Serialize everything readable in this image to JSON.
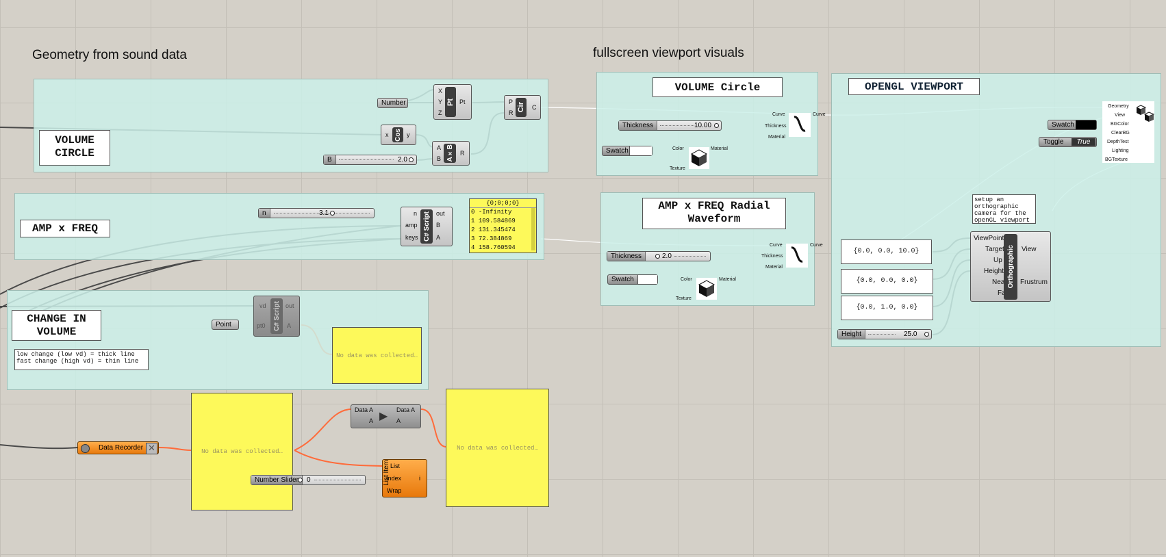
{
  "headings": {
    "left": "Geometry from sound data",
    "right": "fullscreen viewport visuals"
  },
  "groups": {
    "volume_circle": {
      "title": "VOLUME\nCIRCLE"
    },
    "amp_freq": {
      "title": "AMP x FREQ"
    },
    "change_volume": {
      "title": "CHANGE IN\nVOLUME",
      "note": "low change (low vd) = thick line\nfast change (high vd) = thin line"
    },
    "vis_volume": {
      "title": "VOLUME Circle"
    },
    "vis_amp": {
      "title": "AMP x FREQ Radial\nWaveform"
    },
    "opengl": {
      "title": "OPENGL VIEWPORT",
      "camera_note": "setup an\northographic\ncamera for the\nopenGL viewport"
    }
  },
  "components": {
    "number_param": "Number",
    "pt": {
      "core": "Pt",
      "inputs": [
        "X",
        "Y",
        "Z"
      ],
      "output": "Pt"
    },
    "cir": {
      "core": "Cir",
      "inputs": [
        "P",
        "R"
      ],
      "output": "C"
    },
    "cos": {
      "core": "Cos",
      "input": "x",
      "output": "y"
    },
    "mul": {
      "core": "A×B",
      "inputs": [
        "A",
        "B"
      ],
      "output": "R"
    },
    "slider_b": {
      "name": "B",
      "value": "2.0"
    },
    "slider_n": {
      "name": "n",
      "value": "3.1"
    },
    "script1": {
      "core": "C# Script",
      "inputs": [
        "n",
        "amp",
        "keys"
      ],
      "outputs": [
        "out",
        "B",
        "A"
      ]
    },
    "script2": {
      "core": "C# Script",
      "inputs": [
        "vd",
        "pt0"
      ],
      "outputs": [
        "out",
        "A"
      ]
    },
    "point_param": "Point",
    "data_panel": {
      "path": "{0;0;0;0}",
      "rows": [
        {
          "i": "0",
          "v": "-Infinity"
        },
        {
          "i": "1",
          "v": "109.584869"
        },
        {
          "i": "2",
          "v": "131.345474"
        },
        {
          "i": "3",
          "v": "72.384869"
        },
        {
          "i": "4",
          "v": "158.760594"
        }
      ]
    },
    "no_data": "No data was collected…",
    "data_recorder": "Data Recorder",
    "data_dam": {
      "in1": "Data A",
      "in2": "A",
      "out1": "Data A",
      "out2": "A"
    },
    "list_item": {
      "core": "List Item",
      "inputs": [
        "List",
        "Index",
        "Wrap"
      ],
      "output": "i"
    },
    "number_slider": {
      "name": "Number Slider",
      "value": "0"
    }
  },
  "vis": {
    "thickness1": {
      "name": "Thickness",
      "value": "10.00"
    },
    "thickness2": {
      "name": "Thickness",
      "value": "2.0"
    },
    "swatch": "Swatch",
    "curve_inputs": [
      "Curve",
      "Thickness",
      "Material"
    ],
    "curve_out": "Curve",
    "mat_inputs": [
      "Color",
      "Texture"
    ],
    "mat_out": "Material"
  },
  "opengl": {
    "inputs": [
      "Geometry",
      "View",
      "BGColor",
      "ClearBG",
      "DepthTest",
      "Lighting",
      "BGTexture"
    ],
    "swatch": "Swatch",
    "toggle": {
      "name": "Toggle",
      "value": "True"
    },
    "vectors": [
      "{0.0, 0.0, 10.0}",
      "{0.0, 0.0, 0.0}",
      "{0.0, 1.0, 0.0}"
    ],
    "height": {
      "name": "Height",
      "value": "25.0"
    },
    "ortho": {
      "core": "Orthographic",
      "inputs": [
        "ViewPoint",
        "Target",
        "Up",
        "Height",
        "Near",
        "Far"
      ],
      "outputs": [
        "View",
        "Frustrum"
      ]
    }
  }
}
